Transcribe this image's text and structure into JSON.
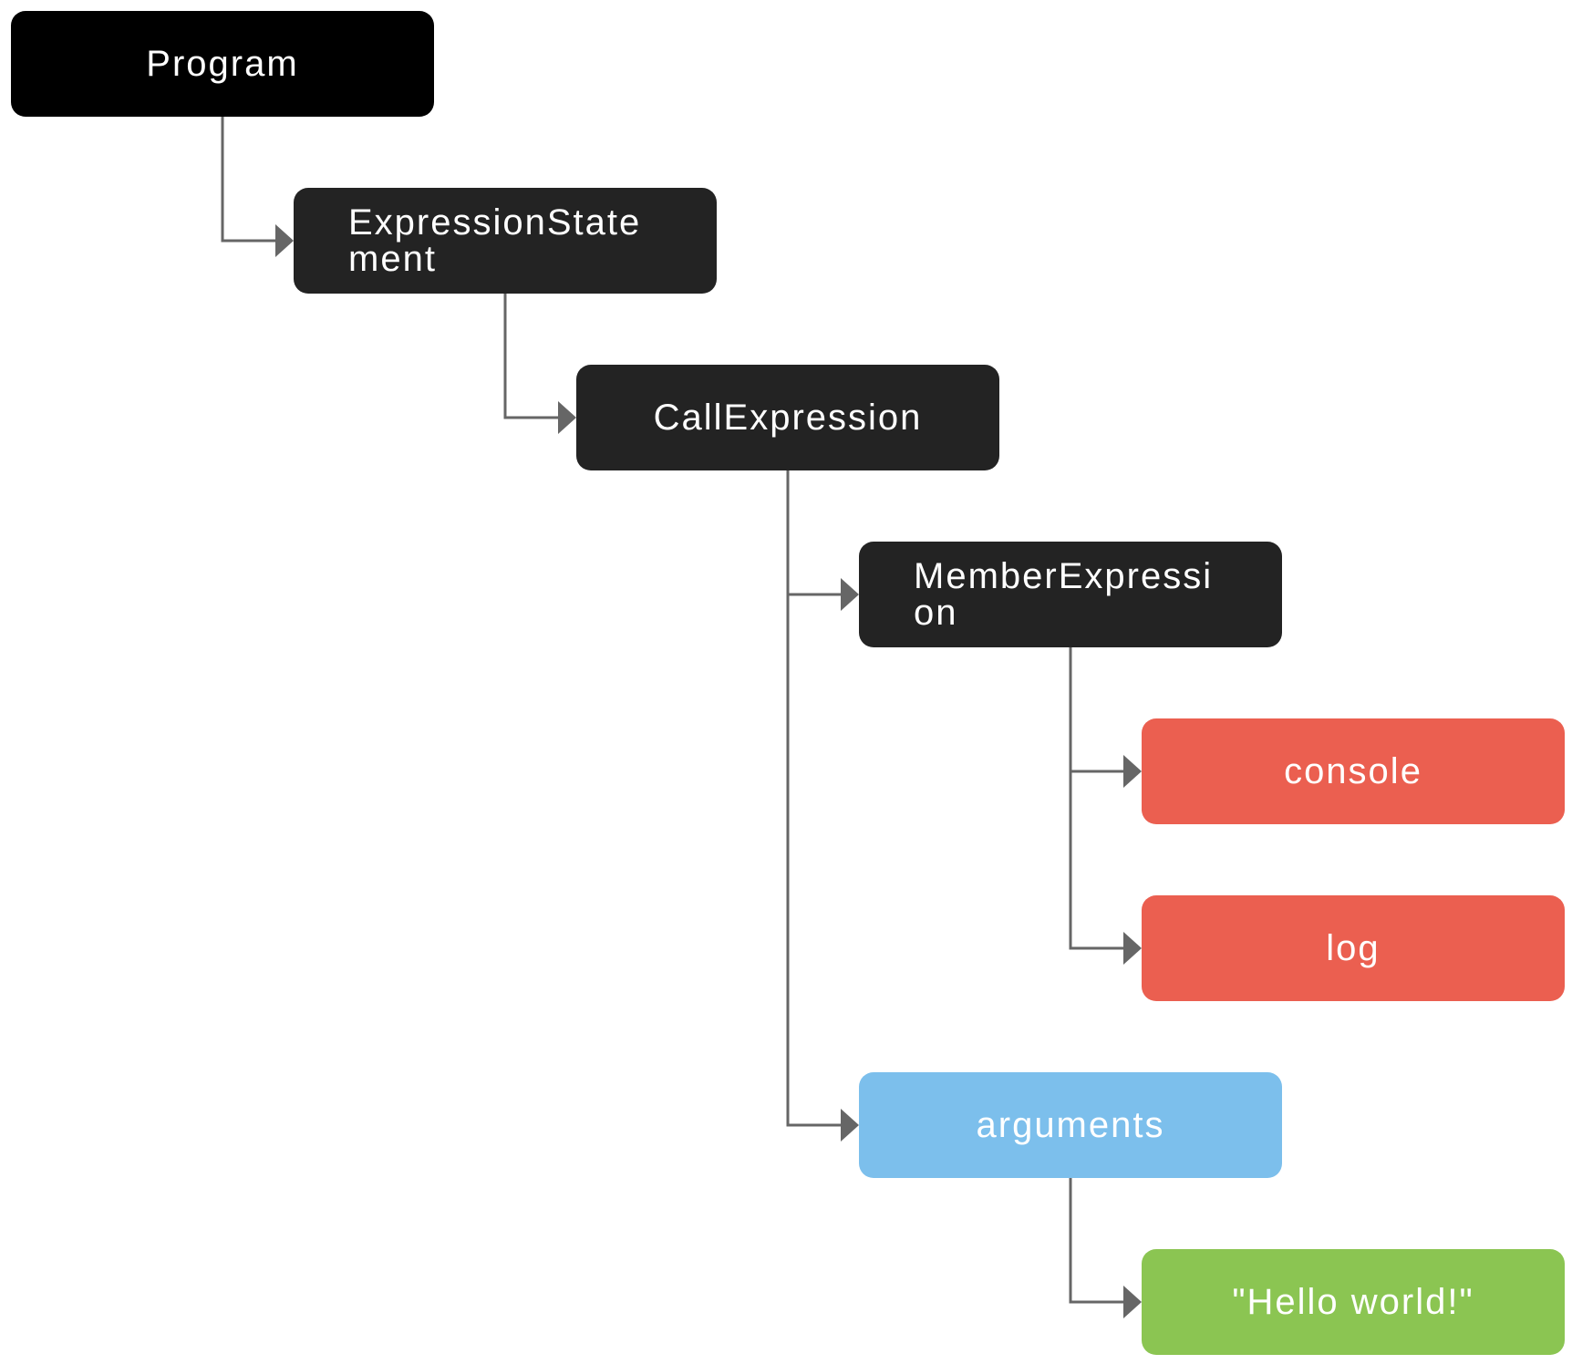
{
  "diagram": {
    "colors": {
      "root": "#000000",
      "dark": "#232323",
      "identifier": "#EB5F50",
      "arguments": "#7CBFEC",
      "literal": "#8BC552",
      "connector": "#666666",
      "background": "#FFFFFF"
    },
    "nodes": {
      "program": {
        "label": "Program"
      },
      "expression_statement": {
        "label": "ExpressionStatement"
      },
      "call_expression": {
        "label": "CallExpression"
      },
      "member_expression": {
        "label": "MemberExpression"
      },
      "console": {
        "label": "console"
      },
      "log": {
        "label": "log"
      },
      "arguments": {
        "label": "arguments"
      },
      "hello_world": {
        "label": "\"Hello world!\""
      }
    },
    "edges": [
      {
        "from": "program",
        "to": "expression_statement"
      },
      {
        "from": "expression_statement",
        "to": "call_expression"
      },
      {
        "from": "call_expression",
        "to": "member_expression"
      },
      {
        "from": "call_expression",
        "to": "arguments"
      },
      {
        "from": "member_expression",
        "to": "console"
      },
      {
        "from": "member_expression",
        "to": "log"
      },
      {
        "from": "arguments",
        "to": "hello_world"
      }
    ]
  }
}
